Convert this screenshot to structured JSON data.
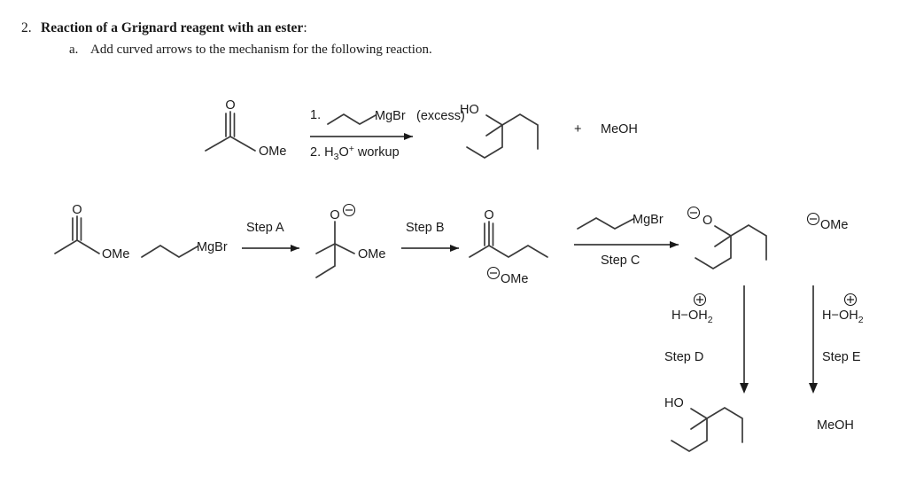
{
  "question": {
    "number": "2.",
    "title": "Reaction of a Grignard reagent with an ester",
    "title_suffix": ":",
    "sub_number": "a.",
    "sub_text": "Add curved arrows to the mechanism for the following reaction."
  },
  "overall_reaction": {
    "reactant_label_ome": "OMe",
    "reactant_label_o": "O",
    "conditions_top_number": "1.",
    "conditions_top_reagent": "MgBr",
    "conditions_top_note": "(excess)",
    "conditions_bottom": "2. H3O+ workup",
    "conditions_bottom_parts": {
      "num": "2. H",
      "sub": "3",
      "o": "O",
      "sup": "+",
      "word": "workup"
    },
    "product_label_ho": "HO",
    "plus_sign": "+",
    "byproduct": "MeOH"
  },
  "mechanism": {
    "start_ester": {
      "o_label": "O",
      "ome_label": "OMe"
    },
    "grignard_1": {
      "label": "MgBr"
    },
    "step_a": "Step A",
    "intermediate_alkoxide": {
      "o_label": "O",
      "charge": "⊖",
      "ome_label": "OMe"
    },
    "step_b": "Step B",
    "ketone": {
      "o_label": "O",
      "leaving_group_charge": "⊖",
      "leaving_group_label": "OMe"
    },
    "grignard_2": {
      "label": "MgBr"
    },
    "step_c": "Step C",
    "tert_alkoxide": {
      "charge": "⊖",
      "o_label": "O"
    },
    "free_methoxide": {
      "charge": "⊖",
      "label": "OMe"
    },
    "acid_left": {
      "charge": "⊕",
      "formula_h": "H",
      "dash": "−",
      "formula_oh": "OH",
      "sub": "2"
    },
    "acid_right": {
      "charge": "⊕",
      "formula_h": "H",
      "dash": "−",
      "formula_oh": "OH",
      "sub": "2"
    },
    "step_d": "Step D",
    "step_e": "Step E",
    "final_alcohol": {
      "ho_label": "HO"
    },
    "final_methanol": "MeOH"
  },
  "colors": {
    "text": "#1a1a1a",
    "bond": "#3a3a3a",
    "background": "#ffffff"
  }
}
